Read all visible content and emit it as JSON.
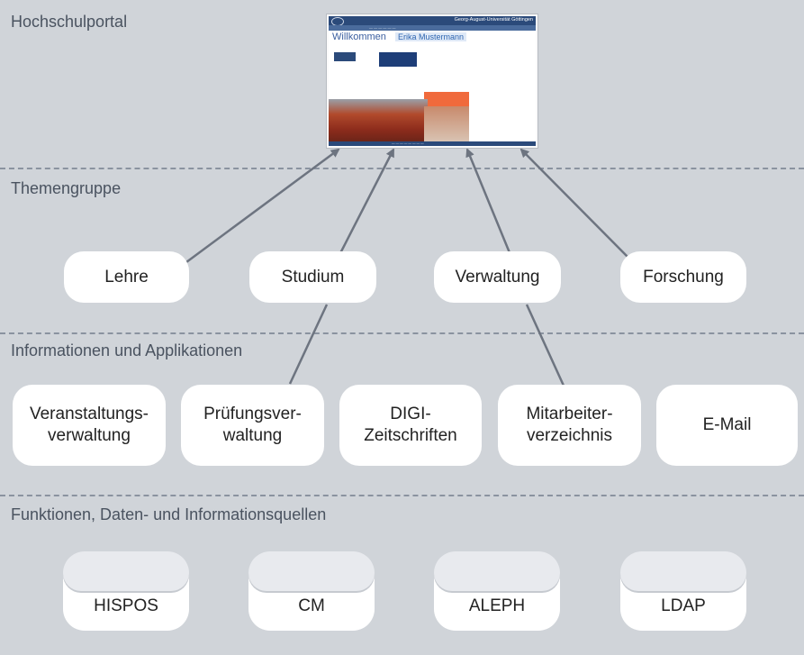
{
  "layers": {
    "portal": "Hochschulportal",
    "topics": "Themengruppe",
    "apps": "Informationen und Applikationen",
    "sources": "Funktionen, Daten- und Informationsquellen"
  },
  "topics": [
    {
      "label": "Lehre"
    },
    {
      "label": "Studium"
    },
    {
      "label": "Verwaltung"
    },
    {
      "label": "Forschung"
    }
  ],
  "apps": [
    {
      "line1": "Veranstaltungs-",
      "line2": "verwaltung"
    },
    {
      "line1": "Prüfungsver-",
      "line2": "waltung"
    },
    {
      "line1": "DIGI-",
      "line2": "Zeitschriften"
    },
    {
      "line1": "Mitarbeiter-",
      "line2": "verzeichnis"
    },
    {
      "line1": "E-Mail",
      "line2": ""
    }
  ],
  "sources": [
    {
      "label": "HISPOS"
    },
    {
      "label": "CM"
    },
    {
      "label": "ALEPH"
    },
    {
      "label": "LDAP"
    }
  ],
  "portal_screenshot": {
    "welcome": "Willkommen",
    "name": "Erika Mustermann",
    "header": "Georg-August-Universität Göttingen"
  },
  "colors": {
    "background": "#d0d4d9",
    "divider": "#8a93a0",
    "arrow": "#6d7480",
    "box": "#ffffff"
  }
}
